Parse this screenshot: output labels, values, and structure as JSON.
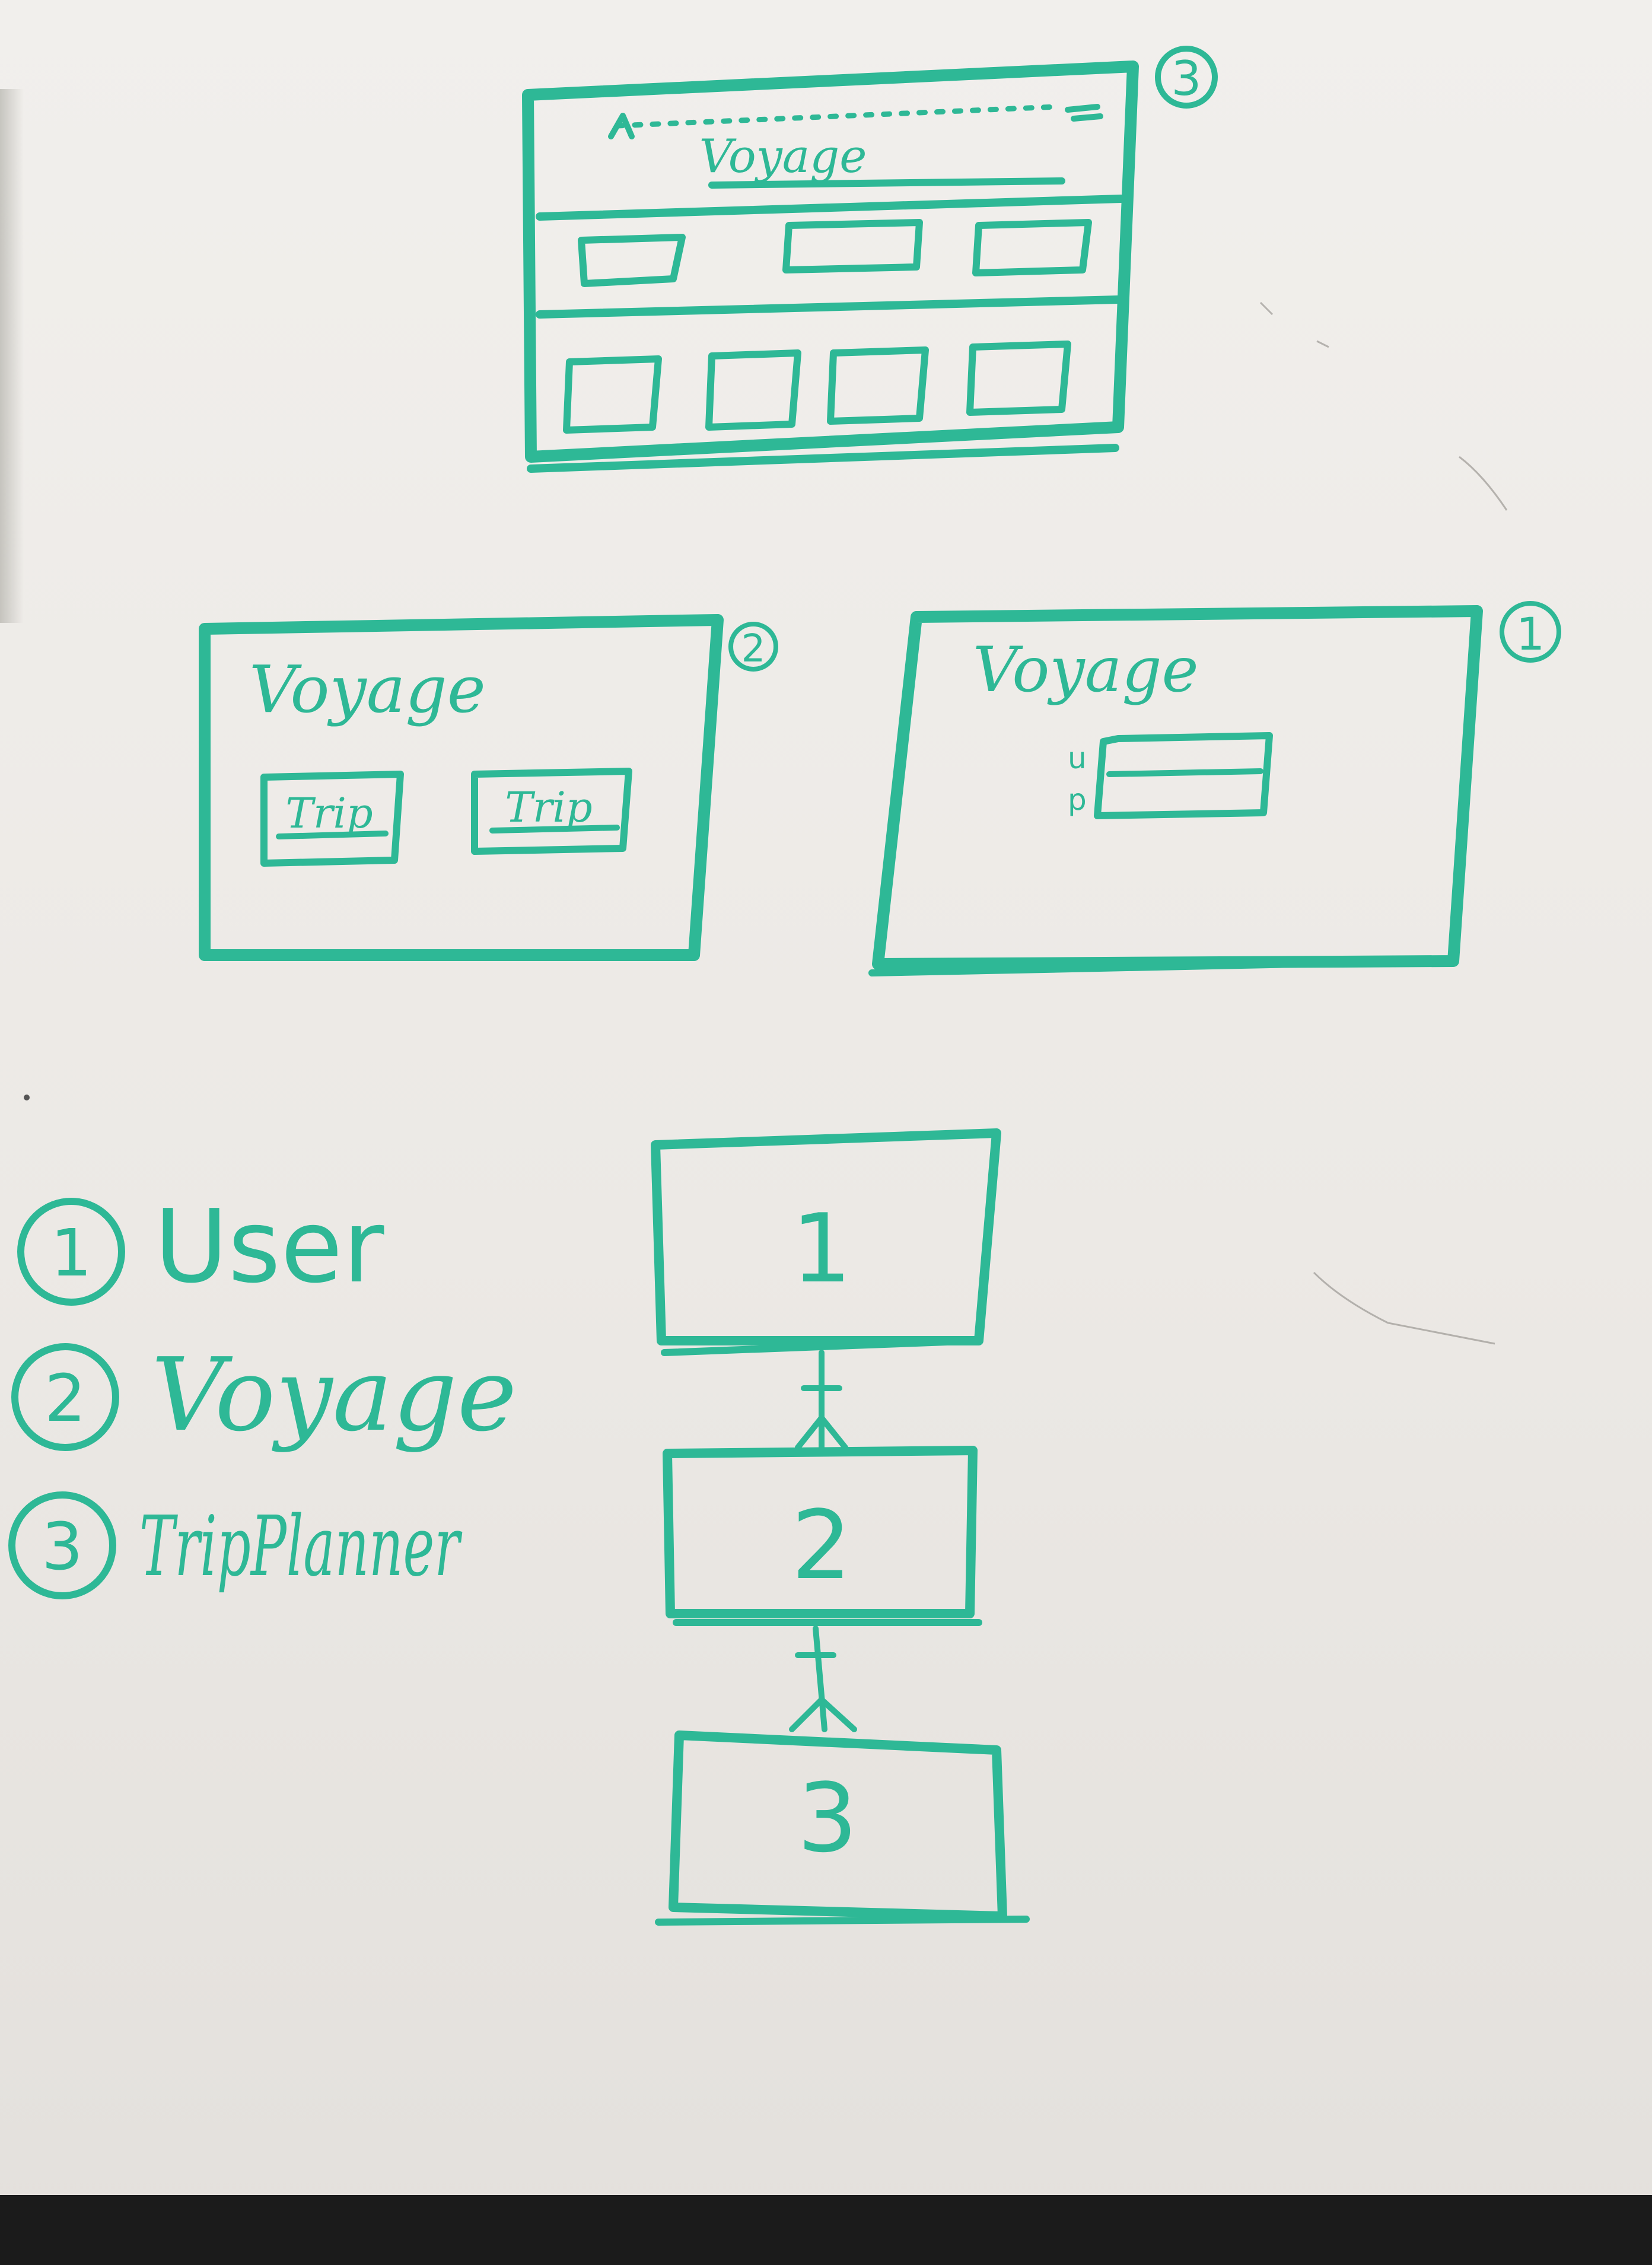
{
  "wireframes": {
    "screen1": {
      "badge": "1",
      "title": "Voyage",
      "field_labels": [
        "u",
        "p"
      ]
    },
    "screen2": {
      "badge": "2",
      "title": "Voyage",
      "cards": [
        "Trip",
        "Trip"
      ]
    },
    "screen3": {
      "badge": "3",
      "title": "Voyage"
    }
  },
  "legend": [
    {
      "number": "1",
      "label": "User"
    },
    {
      "number": "2",
      "label": "Voyage"
    },
    {
      "number": "3",
      "label": "TripPlanner"
    }
  ],
  "hierarchy": {
    "boxes": [
      "1",
      "2",
      "3"
    ]
  },
  "colors": {
    "ink": "#2eb896",
    "board": "#efedea"
  }
}
